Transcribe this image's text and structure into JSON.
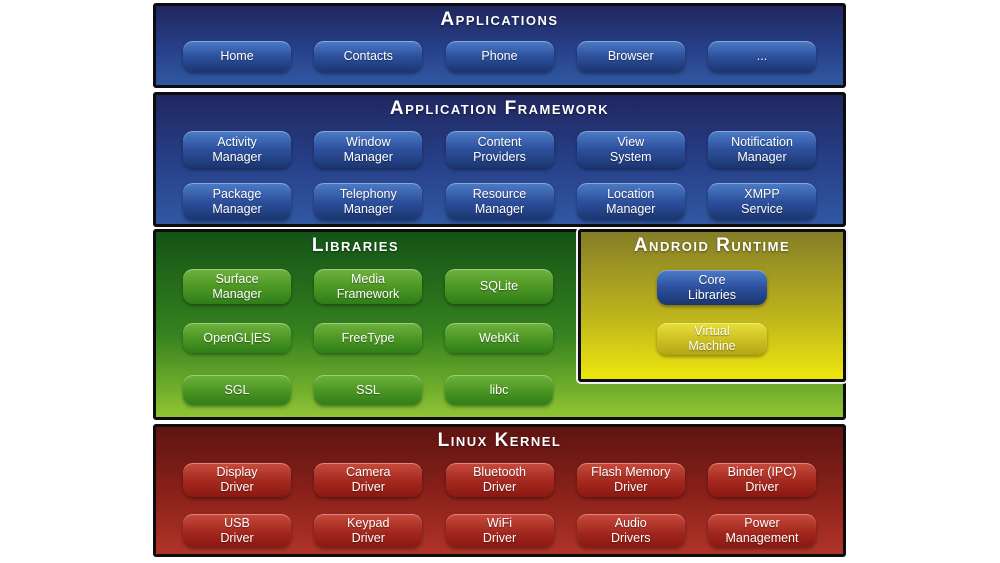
{
  "layers": {
    "applications": {
      "title": "Applications",
      "blocks": [
        "Home",
        "Contacts",
        "Phone",
        "Browser",
        "..."
      ]
    },
    "framework": {
      "title": "Application Framework",
      "rows": [
        [
          "Activity\nManager",
          "Window\nManager",
          "Content\nProviders",
          "View\nSystem",
          "Notification\nManager"
        ],
        [
          "Package\nManager",
          "Telephony\nManager",
          "Resource\nManager",
          "Location\nManager",
          "XMPP\nService"
        ]
      ]
    },
    "libraries": {
      "title": "Libraries",
      "rows": [
        [
          "Surface\nManager",
          "Media\nFramework",
          "SQLite"
        ],
        [
          "OpenGL|ES",
          "FreeType",
          "WebKit"
        ],
        [
          "SGL",
          "SSL",
          "libc"
        ]
      ]
    },
    "runtime": {
      "title": "Android Runtime",
      "blocks": [
        "Core\nLibraries",
        "Virtual\nMachine"
      ]
    },
    "kernel": {
      "title": "Linux Kernel",
      "rows": [
        [
          "Display\nDriver",
          "Camera\nDriver",
          "Bluetooth\nDriver",
          "Flash Memory\nDriver",
          "Binder (IPC)\nDriver"
        ],
        [
          "USB\nDriver",
          "Keypad\nDriver",
          "WiFi\nDriver",
          "Audio\nDrivers",
          "Power\nManagement"
        ]
      ]
    }
  },
  "colors": {
    "blue_panel": "#27418a",
    "green_panel": "#35821f",
    "yellow_panel": "#cfc61a",
    "red_panel": "#8c221a",
    "blue_block": "#2d509d",
    "green_block": "#4a9522",
    "yellow_block": "#ccbf22",
    "red_block": "#a3281e",
    "title_text": "#ffffff"
  }
}
